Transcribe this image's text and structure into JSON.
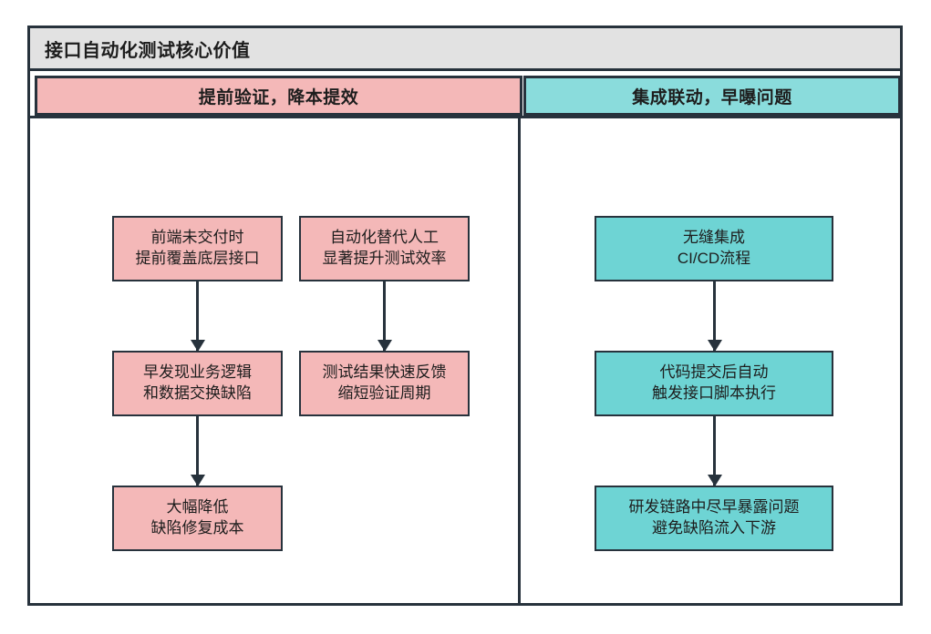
{
  "diagram": {
    "title": "接口自动化测试核心价值",
    "colors": {
      "pink": "#f4b8b8",
      "teal": "#6ed4d4",
      "title_bar": "#e2e2e2",
      "stroke": "#27323c",
      "text": "#1d1d1d"
    },
    "columns": [
      {
        "header": "提前验证，降本提效",
        "accent": "#f4b8b8",
        "flows": [
          {
            "nodes": [
              {
                "lines": [
                  "前端未交付时",
                  "提前覆盖底层接口"
                ]
              },
              {
                "lines": [
                  "早发现业务逻辑",
                  "和数据交换缺陷"
                ]
              },
              {
                "lines": [
                  "大幅降低",
                  "缺陷修复成本"
                ]
              }
            ]
          },
          {
            "nodes": [
              {
                "lines": [
                  "自动化替代人工",
                  "显著提升测试效率"
                ]
              },
              {
                "lines": [
                  "测试结果快速反馈",
                  "缩短验证周期"
                ]
              }
            ]
          }
        ]
      },
      {
        "header": "集成联动，早曝问题",
        "accent": "#6ed4d4",
        "flows": [
          {
            "nodes": [
              {
                "lines": [
                  "无缝集成",
                  "CI/CD流程"
                ]
              },
              {
                "lines": [
                  "代码提交后自动",
                  "触发接口脚本执行"
                ]
              },
              {
                "lines": [
                  "研发链路中尽早暴露问题",
                  "避免缺陷流入下游"
                ]
              }
            ]
          }
        ]
      }
    ]
  }
}
